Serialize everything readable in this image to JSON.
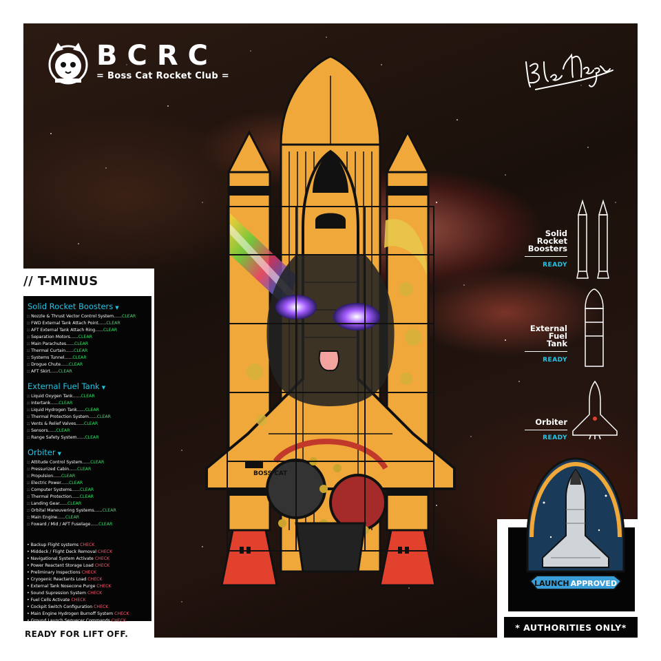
{
  "brand": {
    "title": "BCRC",
    "subtitle": "= Boss Cat Rocket Club =",
    "signature": "BlueMagic"
  },
  "tminus": {
    "heading": "// T-MINUS",
    "sections": [
      {
        "title": "Solid Rocket Boosters",
        "items": [
          {
            "label": ":: Nozzle & Thrust Vector Control System......",
            "status": "CLEAR"
          },
          {
            "label": ":: FWD External Tank Attach Point......",
            "status": "CLEAR"
          },
          {
            "label": ":: AFT External Tank Attach Ring......",
            "status": "CLEAR"
          },
          {
            "label": ":: Separation Motors......",
            "status": "CLEAR"
          },
          {
            "label": ":: Main Parachutes......",
            "status": "CLEAR"
          },
          {
            "label": ":: Thermal Curtain......",
            "status": "CLEAR"
          },
          {
            "label": ":: Systems Tunnel......",
            "status": "CLEAR"
          },
          {
            "label": ":: Drogue Chute......",
            "status": "CLEAR"
          },
          {
            "label": ":: AFT Skirt......",
            "status": "CLEAR"
          }
        ]
      },
      {
        "title": "External Fuel Tank",
        "items": [
          {
            "label": ":: Liquid Oxygen Tank......",
            "status": "CLEAR"
          },
          {
            "label": ":: Intertank......",
            "status": "CLEAR"
          },
          {
            "label": ":: Liquid Hydrogen Tank......",
            "status": "CLEAR"
          },
          {
            "label": ":: Thermal Protection System......",
            "status": "CLEAR"
          },
          {
            "label": ":: Vents & Relief Valves......",
            "status": "CLEAR"
          },
          {
            "label": ":: Sensors......",
            "status": "CLEAR"
          },
          {
            "label": ":: Range Safety System......",
            "status": "CLEAR"
          }
        ]
      },
      {
        "title": "Orbiter",
        "items": [
          {
            "label": ":: Attitude Control System......",
            "status": "CLEAR"
          },
          {
            "label": ":: Pressurized Cabin......",
            "status": "CLEAR"
          },
          {
            "label": ":: Propulsion......",
            "status": "CLEAR"
          },
          {
            "label": ":: Electric Power......",
            "status": "CLEAR"
          },
          {
            "label": ":: Computer Systems......",
            "status": "CLEAR"
          },
          {
            "label": ":: Thermal Protection......",
            "status": "CLEAR"
          },
          {
            "label": ":: Landing Gear......",
            "status": "CLEAR"
          },
          {
            "label": ":: Orbital Maneuvering Systems......",
            "status": "CLEAR"
          },
          {
            "label": ":: Main Engine......",
            "status": "CLEAR"
          },
          {
            "label": ":: Foward / Mid / AFT Fuselage......",
            "status": "CLEAR"
          }
        ]
      }
    ],
    "checks": [
      {
        "label": "• Backup Flight systems",
        "status": "CHECK"
      },
      {
        "label": "• Middeck / Flight Deck Removal",
        "status": "CHECK"
      },
      {
        "label": "• Navigational System Activate",
        "status": "CHECK"
      },
      {
        "label": "• Power Reactant Storage Load",
        "status": "CHECK"
      },
      {
        "label": "• Preliminary Inspections",
        "status": "CHECK"
      },
      {
        "label": "• Cryogenic Reactants Load",
        "status": "CHECK"
      },
      {
        "label": "• External Tank Nosecone Purge",
        "status": "CHECK"
      },
      {
        "label": "• Sound Supression System",
        "status": "CHECK"
      },
      {
        "label": "• Fuel Cells Activate",
        "status": "CHECK"
      },
      {
        "label": "• Cockpit Switch Configuration",
        "status": "CHECK"
      },
      {
        "label": "• Main Engine Hydrogen Burnoff System",
        "status": "CHECK"
      },
      {
        "label": "• Ground Launch Sequecer Commands",
        "status": "CHECK"
      }
    ],
    "footer": "READY FOR LIFT OFF."
  },
  "components": {
    "boosters": {
      "label_lines": [
        "Solid",
        "Rocket",
        "Boosters"
      ],
      "status": "READY"
    },
    "tank": {
      "label_lines": [
        "External",
        "Fuel",
        "Tank"
      ],
      "status": "READY"
    },
    "orbiter": {
      "label_lines": [
        "Orbiter"
      ],
      "status": "READY"
    }
  },
  "badge": {
    "left": "LAUNCH",
    "right": "APPROVED",
    "authorities": "* AUTHORITIES ONLY*"
  },
  "hull_text": "BOSS CAT",
  "colors": {
    "accent_cyan": "#22c7e8",
    "clear_green": "#39e36a",
    "check_red": "#ff5a6e",
    "rocket_orange": "#f0a83a",
    "nozzle_red": "#e2412e"
  }
}
